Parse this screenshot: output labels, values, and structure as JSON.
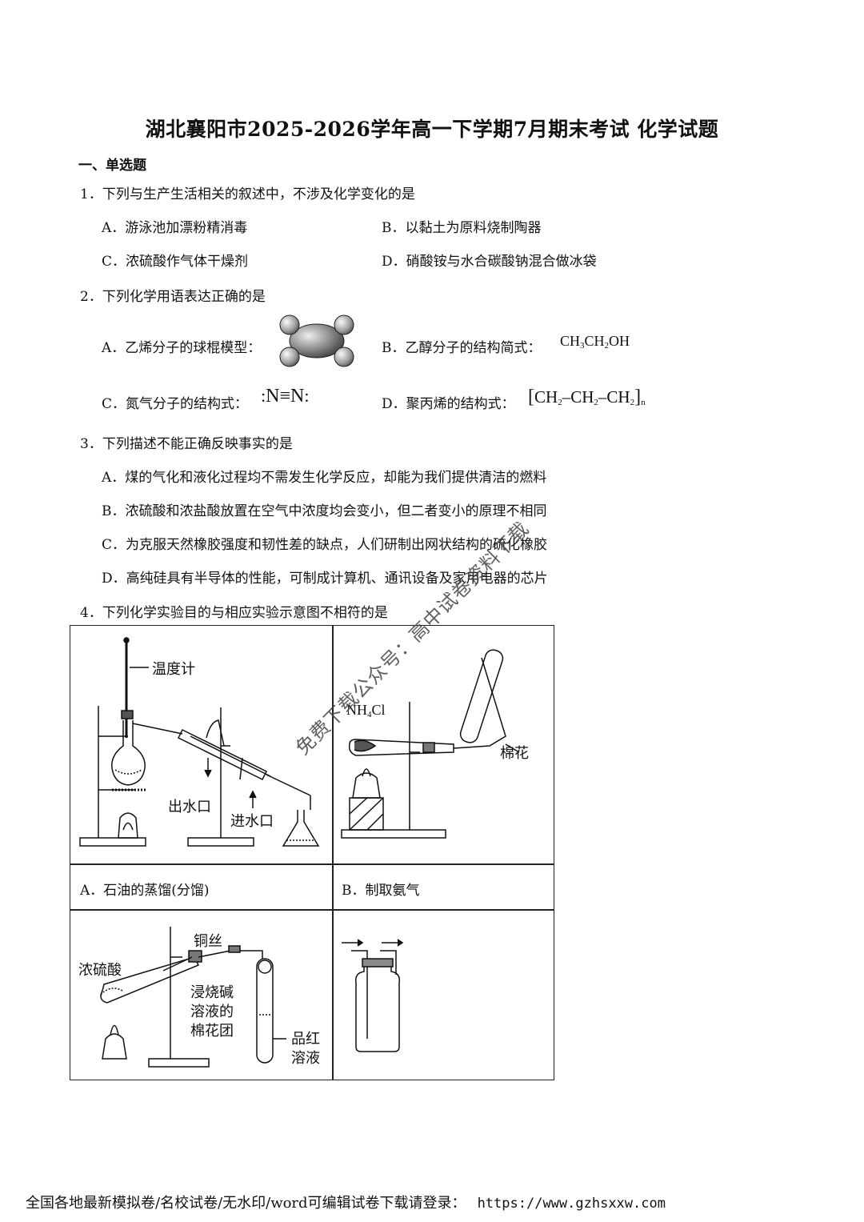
{
  "title": "湖北襄阳市2025-2026学年高一下学期7月期末考试 化学试题",
  "section": "一、单选题",
  "q1": {
    "stem": "1．下列与生产生活相关的叙述中，不涉及化学变化的是",
    "A": "A．游泳池加漂粉精消毒",
    "B": "B．以黏土为原料烧制陶器",
    "C": "C．浓硫酸作气体干燥剂",
    "D": "D．硝酸铵与水合碳酸钠混合做冰袋"
  },
  "q2": {
    "stem": "2．下列化学用语表达正确的是",
    "A": "A．乙烯分子的球棍模型：",
    "B": "B．乙醇分子的结构简式：",
    "C": "C．氮气分子的结构式：",
    "D": "D．聚丙烯的结构式：",
    "B_formula": {
      "p1": "CH",
      "s1": "3",
      "p2": "CH",
      "s2": "2",
      "p3": "OH"
    },
    "C_formula": "N≡N",
    "D_formula": {
      "p1": "CH",
      "s1": "2",
      "p2": "–CH",
      "s2": "2",
      "p3": "–CH",
      "s3": "2",
      "n": "n"
    }
  },
  "q3": {
    "stem": "3．下列描述不能正确反映事实的是",
    "A": "A．煤的气化和液化过程均不需发生化学反应，却能为我们提供清洁的燃料",
    "B": "B．浓硫酸和浓盐酸放置在空气中浓度均会变小，但二者变小的原理不相同",
    "C": "C．为克服天然橡胶强度和韧性差的缺点，人们研制出网状结构的硫化橡胶",
    "D": "D．高纯硅具有半导体的性能，可制成计算机、通讯设备及家用电器的芯片"
  },
  "q4": {
    "stem": "4．下列化学实验目的与相应实验示意图不相符的是",
    "A_caption": "A．石油的蒸馏(分馏)",
    "B_caption": "B．制取氨气",
    "labels": {
      "thermometer": "温度计",
      "water_out": "出水口",
      "water_in": "进水口",
      "nh4cl": "NH",
      "nh4cl_sub": "4",
      "nh4cl_end": "Cl",
      "cotton": "棉花",
      "conc_acid": "浓硫酸",
      "copper": "铜丝",
      "soaked1": "浸烧碱",
      "soaked2": "溶液的",
      "soaked3": "棉花团",
      "magenta1": "品红",
      "magenta2": "溶液"
    }
  },
  "watermark": "免费下载公众号：高中试卷资料下载",
  "footer": {
    "text": "全国各地最新模拟卷/名校试卷/无水印/word可编辑试卷下载请登录：",
    "url": "https://www.gzhsxxw.com"
  }
}
